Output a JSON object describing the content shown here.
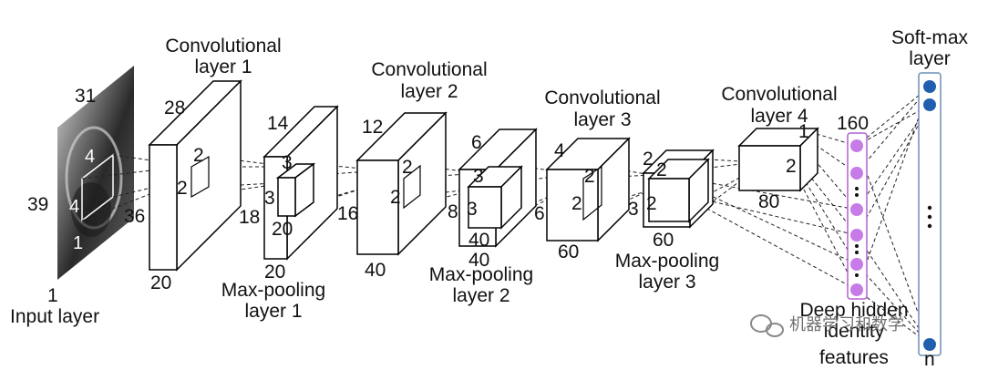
{
  "diagram": {
    "input_layer": {
      "title": "Input layer",
      "depth": "1",
      "height": "39",
      "width": "31",
      "filter_h": "4",
      "filter_w": "4",
      "filter_d": "1"
    },
    "conv1": {
      "title_line1": "Convolutional",
      "title_line2": "layer 1",
      "depth": "20",
      "height": "36",
      "width": "28",
      "kernel_h": "2",
      "kernel_w": "2"
    },
    "pool1": {
      "title_line1": "Max-pooling",
      "title_line2": "layer 1",
      "depth": "20",
      "height": "18",
      "width": "14",
      "kernel_h": "3",
      "kernel_w": "3",
      "kernel_d": "20"
    },
    "conv2": {
      "title_line1": "Convolutional",
      "title_line2": "layer 2",
      "depth": "40",
      "height": "16",
      "width": "12",
      "kernel_h": "2",
      "kernel_w": "2"
    },
    "pool2": {
      "title_line1": "Max-pooling",
      "title_line2": "layer 2",
      "depth": "40",
      "height": "8",
      "width": "6",
      "kernel_h": "3",
      "kernel_w": "3",
      "kernel_d": "40"
    },
    "conv3": {
      "title_line1": "Convolutional",
      "title_line2": "layer 3",
      "depth": "60",
      "height": "6",
      "width": "4",
      "kernel_h": "2",
      "kernel_w": "2"
    },
    "pool3": {
      "title_line1": "Max-pooling",
      "title_line2": "layer 3",
      "depth": "60",
      "height": "3",
      "width": "2",
      "kernel_h": "2",
      "kernel_w": "2"
    },
    "conv4": {
      "title_line1": "Convolutional",
      "title_line2": "layer 4",
      "depth": "80",
      "height": "2",
      "width": "1"
    },
    "deepid": {
      "title_line1": "Deep hidden",
      "title_line2": "identity",
      "title_line3": "features",
      "size": "160"
    },
    "softmax": {
      "title_line1": "Soft-max",
      "title_line2": "layer",
      "size": "n"
    },
    "watermark": "机器学习和数学",
    "colors": {
      "line": "#000000",
      "deepid_node": "#c77be8",
      "deepid_border": "#b060d0",
      "softmax_node": "#1f5fae",
      "softmax_border": "#6a8fb5"
    }
  }
}
